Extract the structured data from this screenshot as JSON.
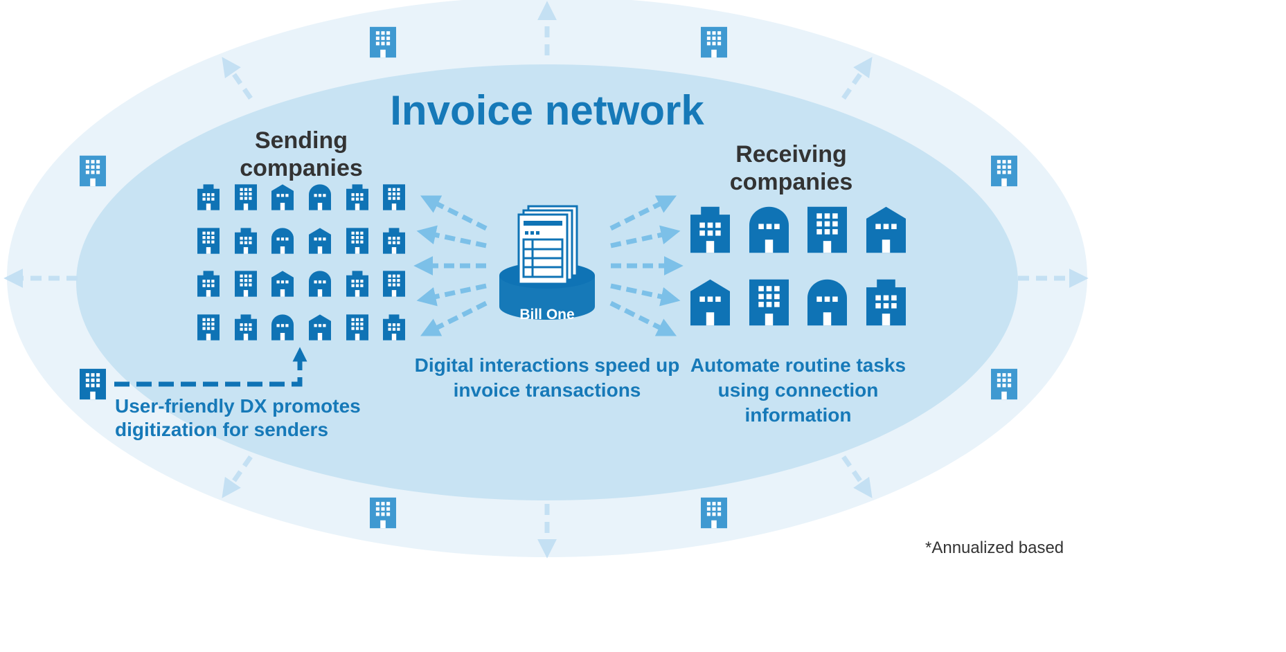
{
  "title": "Invoice network",
  "sending": {
    "heading_line1": "Sending",
    "heading_line2": "companies"
  },
  "receiving": {
    "heading_line1": "Receiving",
    "heading_line2": "companies"
  },
  "hub": {
    "label": "Bill One",
    "icon": "invoice-stack-on-database-icon"
  },
  "captions": {
    "left_line1": "User-friendly DX promotes",
    "left_line2": "digitization for senders",
    "center_line1": "Digital interactions speed up",
    "center_line2": "invoice transactions",
    "right_line1": "Automate routine tasks",
    "right_line2": "using connection",
    "right_line3": "information"
  },
  "footnote": "*Annualized based",
  "colors": {
    "outer_ring": "#e9f3fa",
    "inner_ellipse": "#c8e3f3",
    "building_dark": "#0f73b5",
    "building_light": "#3f99d1",
    "arrow_light": "#7cc0e8",
    "arrow_outer": "#c4e0f3",
    "title": "#1679b8",
    "heading": "#333333"
  }
}
